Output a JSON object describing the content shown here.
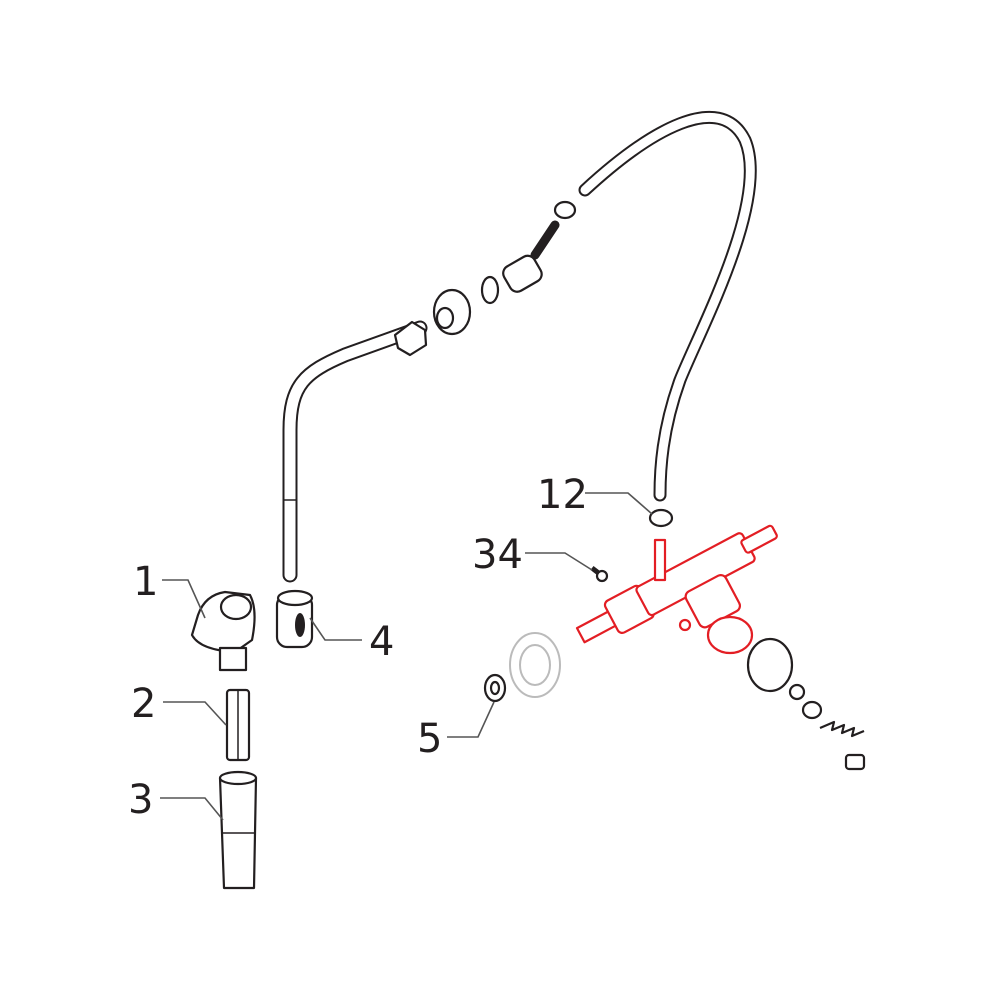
{
  "diagram": {
    "callouts": [
      {
        "id": "1",
        "label": "1"
      },
      {
        "id": "2",
        "label": "2"
      },
      {
        "id": "3",
        "label": "3"
      },
      {
        "id": "4",
        "label": "4"
      },
      {
        "id": "5",
        "label": "5"
      },
      {
        "id": "12",
        "label": "12"
      },
      {
        "id": "34",
        "label": "34"
      }
    ],
    "colors": {
      "line": "#231f20",
      "highlight": "#e31e24",
      "ghost": "#bbbbbb"
    }
  }
}
